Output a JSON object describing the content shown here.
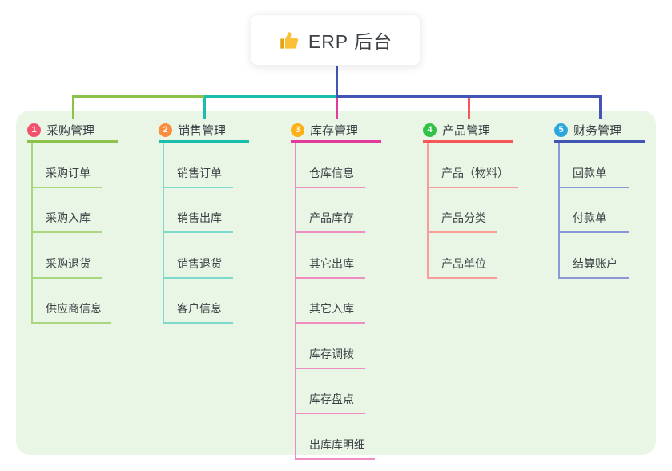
{
  "root": {
    "label": "ERP 后台",
    "icon": "thumbs-up-icon"
  },
  "colors": {
    "page_bg": "#ffffff",
    "panel_bg": "#e9f6e5",
    "root_connector": "#4255b4",
    "title_text": "#393d43",
    "child_text": "#3e4247"
  },
  "branches": [
    {
      "badge": "1",
      "title": "采购管理",
      "badge_color": "#f4516c",
      "line_color": "#8bc34a",
      "light_color": "#a9d780",
      "children": [
        "采购订单",
        "采购入库",
        "采购退货",
        "供应商信息"
      ]
    },
    {
      "badge": "2",
      "title": "销售管理",
      "badge_color": "#fb8d3f",
      "line_color": "#1abcab",
      "light_color": "#7edacd",
      "children": [
        "销售订单",
        "销售出库",
        "销售退货",
        "客户信息"
      ]
    },
    {
      "badge": "3",
      "title": "库存管理",
      "badge_color": "#fbb017",
      "line_color": "#e23a9d",
      "light_color": "#f18cc0",
      "children": [
        "仓库信息",
        "产品库存",
        "其它出库",
        "其它入库",
        "库存调拨",
        "库存盘点",
        "出库库明细"
      ]
    },
    {
      "badge": "4",
      "title": "产品管理",
      "badge_color": "#30c146",
      "line_color": "#f75757",
      "light_color": "#fa9d98",
      "children": [
        "产品（物料）",
        "产品分类",
        "产品单位"
      ]
    },
    {
      "badge": "5",
      "title": "财务管理",
      "badge_color": "#2ba7de",
      "line_color": "#4255b4",
      "light_color": "#8a99d6",
      "children": [
        "回款单",
        "付款单",
        "结算账户"
      ]
    }
  ]
}
